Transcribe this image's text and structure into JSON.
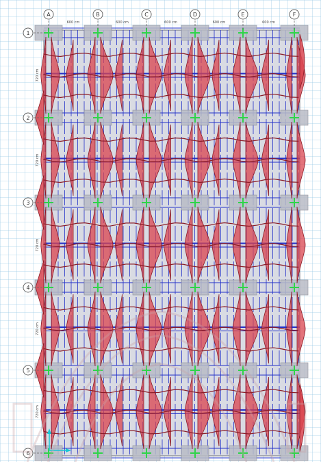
{
  "colors": {
    "background": "#ffffff",
    "construction_grid": "#9ecbe6",
    "slab_fill": "#d9dbe3",
    "column_fill": "#b9bcc6",
    "strip_line": "#2230c8",
    "moment_fill": "#d9444f",
    "moment_stroke": "#8a1b26",
    "support_marker": "#2fd44a",
    "axis_marker": "#17c6d6",
    "watermark": "#c9a4a8"
  },
  "grid": {
    "column_bubbles": [
      "A",
      "B",
      "C",
      "D",
      "E",
      "F"
    ],
    "row_bubbles": [
      "1",
      "2",
      "3",
      "4",
      "5",
      "6"
    ],
    "column_spacing_labels": [
      "600 cm",
      "600 cm",
      "600 cm",
      "600 cm",
      "600 cm"
    ],
    "row_spacing_labels": [
      "720 cm",
      "720 cm",
      "720 cm",
      "720 cm",
      "720 cm"
    ]
  },
  "icons": {
    "support": "support-marker-icon",
    "axis": "global-axis-icon",
    "watermark": "university-seal-watermark"
  }
}
